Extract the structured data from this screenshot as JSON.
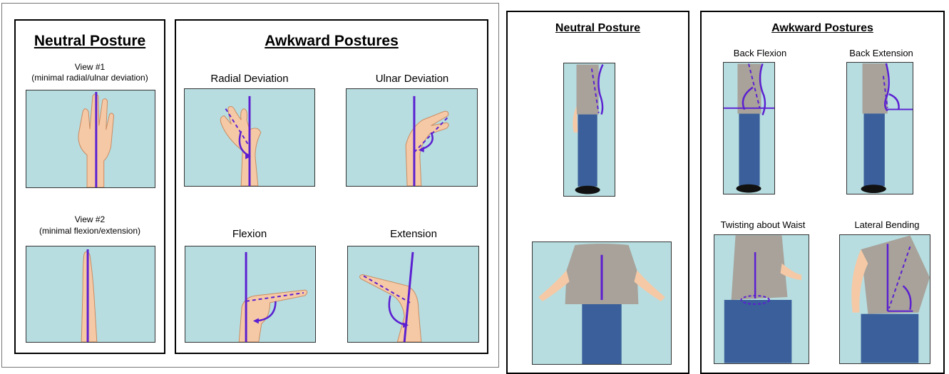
{
  "wrist": {
    "neutral": {
      "title": "Neutral Posture",
      "view1": {
        "label": "View #1",
        "sub": "(minimal radial/ulnar deviation)"
      },
      "view2": {
        "label": "View #2",
        "sub": "(minimal flexion/extension)"
      }
    },
    "awkward": {
      "title": "Awkward Postures",
      "radial": "Radial Deviation",
      "ulnar": "Ulnar Deviation",
      "flexion": "Flexion",
      "extension": "Extension"
    }
  },
  "back": {
    "neutral": {
      "title": "Neutral Posture"
    },
    "awkward": {
      "title": "Awkward Postures",
      "back_flexion": "Back Flexion",
      "back_extension": "Back Extension",
      "twisting": "Twisting about Waist",
      "lateral": "Lateral Bending"
    }
  },
  "colors": {
    "panel_bg": "#b7dde0",
    "skin": "#f6c9a6",
    "line": "#5b1fd1",
    "shirt": "#a8a29a",
    "jeans": "#3a5f9a"
  }
}
